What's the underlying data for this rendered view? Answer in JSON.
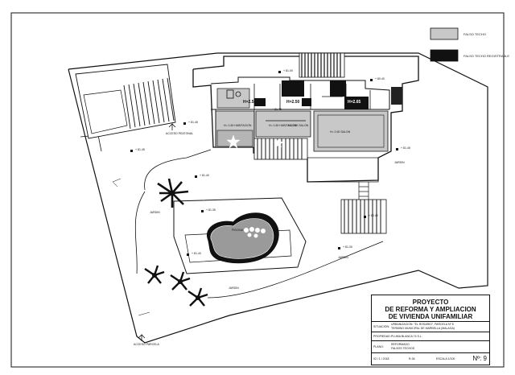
{
  "legend": {
    "items": [
      {
        "label": "FALSO TECHO",
        "color": "#c8c8c8"
      },
      {
        "label": "FALSO TECHO REGISTRABLE",
        "color": "#111111"
      }
    ]
  },
  "title_block": {
    "title_line1": "PROYECTO",
    "title_line2": "DE REFORMA Y AMPLIACION",
    "title_line3": "DE VIVIENDA UNIFAMILIAR",
    "situacion_label": "SITUACION:",
    "situacion_value_1": "URBANIZACION: \"EL ROSARIO\", PARCELA Nº 5",
    "situacion_value_2": "TERMINO MUNICIPAL DE MARBELLA (MALAGA)",
    "propiedad_label": "PROPIEDAD:",
    "propiedad_value": "PLUMA BLANCA 74 S.L.",
    "plano_label": "PLANO:",
    "plano_value_1": "REFORMADO",
    "plano_value_2": "FALSOS TECHOS",
    "date": "02 / 1 / 2018",
    "sheet_code": "R-04",
    "scale": "ESCALA 1/100",
    "sheet_number": "Nº: 9"
  },
  "plan_labels": {
    "garden_1": "JARDIN",
    "garden_2": "JARDIN",
    "garden_3": "JARDIN",
    "garden_4": "JARDIN",
    "pool": "PISCINA",
    "access_peatonal": "ACCESO PEATONAL",
    "access_parcela": "ACCESO PARCELA",
    "room_height_1": "H=2.50",
    "room_height_2": "H=2.50",
    "room_height_3": "H=2.65",
    "room_a": "H= 2.60 HABITACION",
    "room_b": "H= 2.60 HABITACION",
    "room_c": "H= 2.60 SALON",
    "room_d": "H= 2.60 SALON",
    "level_1": "+ 81.45",
    "level_2": "+ 81.45",
    "level_3": "+ 81.45",
    "level_4": "+ 81.40",
    "level_5": "+ 81.35",
    "level_6": "+ 81.40",
    "level_7": "+ 81.30",
    "level_8": "+ 81.00",
    "level_9": "+ 80.40",
    "level_10": "+ 80.40",
    "level_11": "+ 81.45"
  }
}
